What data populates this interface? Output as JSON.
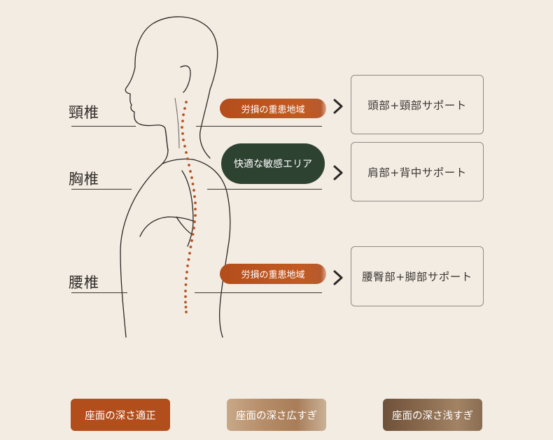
{
  "regions": [
    {
      "id": "cervical",
      "label": "頸椎"
    },
    {
      "id": "thoracic",
      "label": "胸椎"
    },
    {
      "id": "lumbar",
      "label": "腰椎"
    }
  ],
  "status_pills": {
    "cervical": "労損の重患地域",
    "thoracic": "快適な敏感エリア",
    "lumbar": "労損の重患地域"
  },
  "support_boxes": {
    "cervical": "頭部+頸部サポート",
    "thoracic": "肩部+背中サポート",
    "lumbar": "腰臀部+脚部サポート"
  },
  "legend": {
    "correct": "座面の深さ適正",
    "too_deep": "座面の深さ広すぎ",
    "too_shallow": "座面の深さ浅すぎ"
  },
  "colors": {
    "background": "#f3ece3",
    "stress_pill": "#b34d1b",
    "comfort_pill": "#2e4232",
    "spine_dots": "#b5511f",
    "outline": "#2b2725"
  },
  "icons": {
    "arrow": "chevron-right-icon"
  }
}
